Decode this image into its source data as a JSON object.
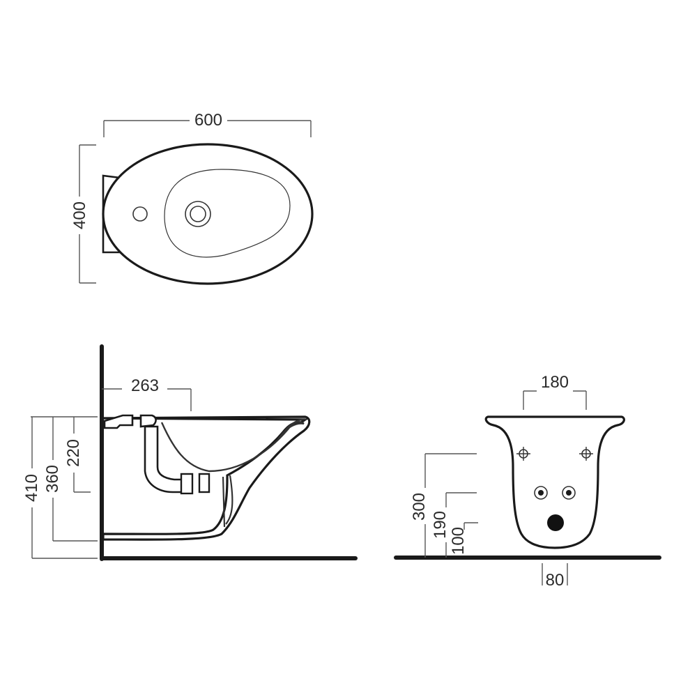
{
  "top_view": {
    "width_label": "600",
    "depth_label": "400"
  },
  "side_view": {
    "axis_label": "263",
    "rim_height_label": "410",
    "body_height_label": "360",
    "inlet_height_label": "220"
  },
  "front_view": {
    "fixing_spacing_label": "180",
    "fixing_height_label": "300",
    "supply_height_label": "190",
    "waste_height_label": "100",
    "waste_width_label": "80"
  }
}
